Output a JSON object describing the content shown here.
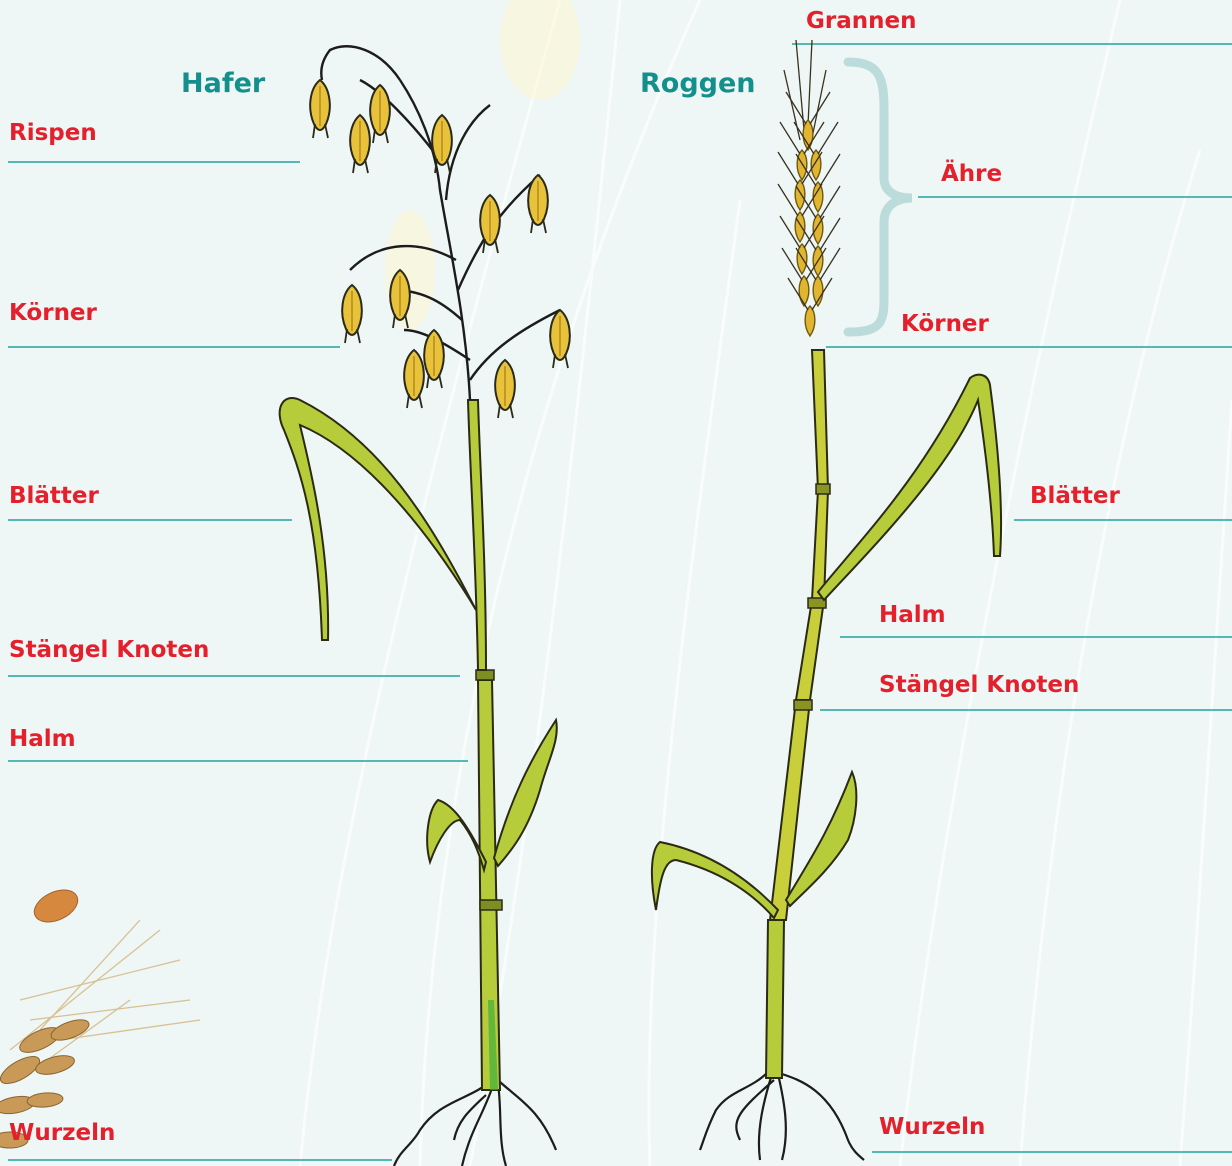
{
  "colors": {
    "background": "#eef6f6",
    "label_red": "#e3202b",
    "title_teal": "#138f8c",
    "rule_teal": "#23a39e",
    "stem_green": "#b7cc3a",
    "grain_yellow": "#e8c23b"
  },
  "plants": [
    {
      "title": "Hafer",
      "labels": [
        "Rispen",
        "Körner",
        "Blätter",
        "Stängel Knoten",
        "Halm",
        "Wurzeln"
      ]
    },
    {
      "title": "Roggen",
      "labels": [
        "Grannen",
        "Ähre",
        "Körner",
        "Blätter",
        "Halm",
        "Stängel Knoten",
        "Wurzeln"
      ]
    }
  ],
  "icons": [
    "oat-plant-illustration",
    "rye-plant-illustration",
    "wheat-ears-photo",
    "grain-kernel-photo",
    "ear-bracket"
  ]
}
